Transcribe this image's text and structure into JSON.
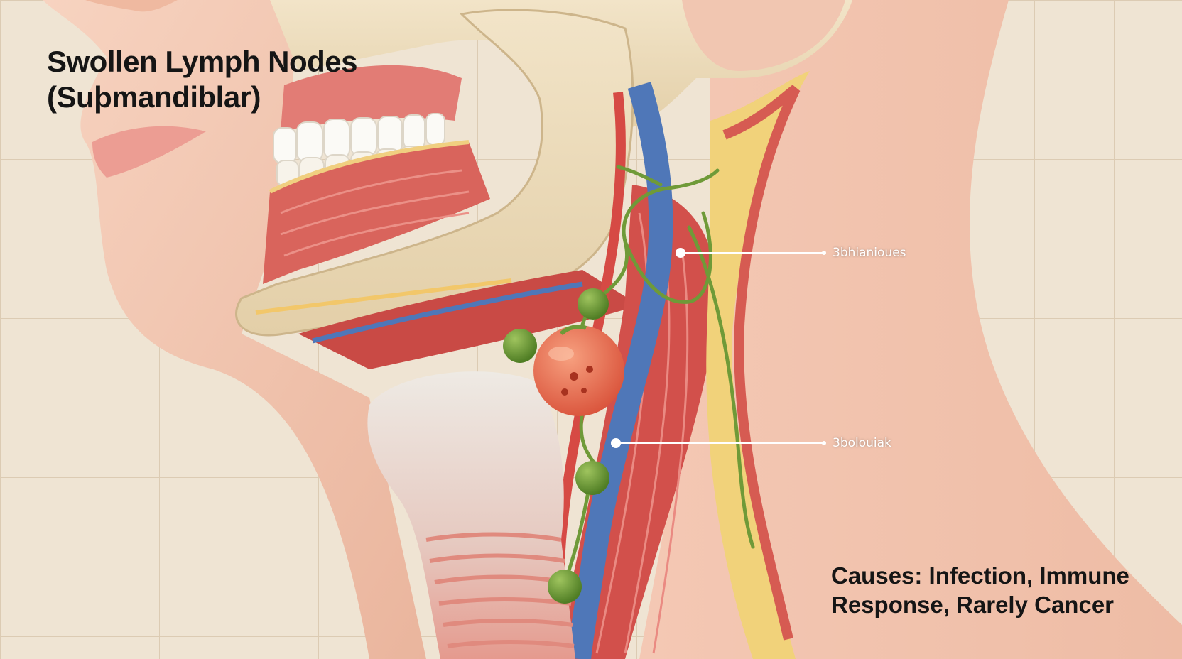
{
  "title": {
    "line1": "Swollen Lymph Nodes",
    "line2": "(Suþmandiblar)"
  },
  "labels": [
    {
      "text": "3bhianioues"
    },
    {
      "text": "3bolouiak"
    }
  ],
  "causes": {
    "line1": "Causes: Infection, Immune",
    "line2": "Response, Rarely Cancer"
  },
  "colors": {
    "background": "#efe4d3",
    "grid": "#dccbb3",
    "skin": "#f3c6b0",
    "bone": "#ecdcbc",
    "muscle": "#d9564f",
    "vein": "#4f77b8",
    "lymph_vessel": "#6f9a38",
    "lymph_node": "#e86b4f",
    "text": "#151515"
  }
}
